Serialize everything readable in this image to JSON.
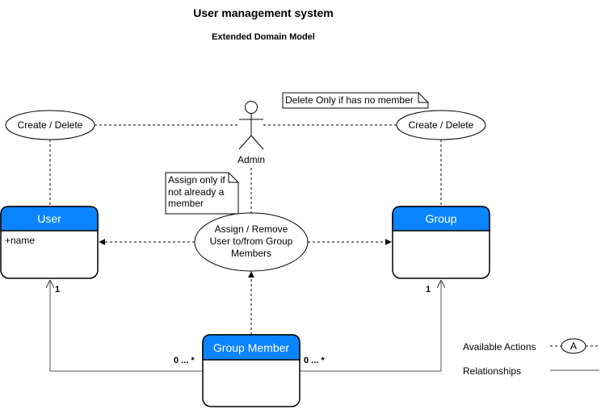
{
  "title": "User management system",
  "subtitle": "Extended Domain Model",
  "actor": {
    "label": "Admin"
  },
  "entities": {
    "user": {
      "title": "User",
      "attribute": "+name"
    },
    "group": {
      "title": "Group",
      "attribute": ""
    },
    "group_member": {
      "title": "Group Member",
      "attribute": ""
    }
  },
  "actions": {
    "user_create_delete": "Create / Delete",
    "group_create_delete": "Create / Delete",
    "assign_remove": [
      "Assign / Remove",
      "User to/from Group",
      "Members"
    ]
  },
  "notes": {
    "delete_only": "Delete Only if has no member",
    "assign_only": [
      "Assign only if",
      "not already  a",
      "member"
    ]
  },
  "multiplicities": {
    "user_one": "1",
    "group_one": "1",
    "member_left": "0 ... *",
    "member_right": "0 ... *"
  },
  "legend": {
    "available_actions": "Available Actions",
    "action_symbol": "A",
    "relationships": "Relationships"
  },
  "colors": {
    "entity_header": "#0a84ff",
    "stroke": "#000000",
    "relationship_line": "#555555"
  }
}
